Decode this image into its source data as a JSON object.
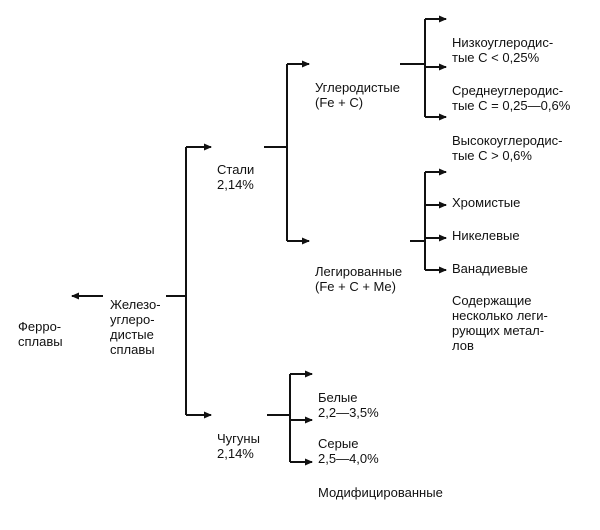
{
  "nodes": {
    "ferro": [
      "Ферро-",
      "сплавы"
    ],
    "iron_carbon": [
      "Железо-",
      "углеро-",
      "дистые",
      "сплавы"
    ],
    "steels": [
      "Стали",
      "2,14%"
    ],
    "cast_irons": [
      "Чугуны",
      "2,14%"
    ],
    "carbon_steels": [
      "Углеродистые",
      "(Fe + C)"
    ],
    "alloy_steels": [
      "Легированные",
      "(Fe + C + Me)"
    ],
    "low_carbon": [
      "Низкоуглеродис-",
      "тые C < 0,25%"
    ],
    "medium_carbon": [
      "Среднеуглеродис-",
      "тые C = 0,25—0,6%"
    ],
    "high_carbon": [
      "Высокоуглеродис-",
      "тые C > 0,6%"
    ],
    "chromium": [
      "Хромистые"
    ],
    "nickel": [
      "Никелевые"
    ],
    "vanadium": [
      "Ванадиевые"
    ],
    "multi_alloy": [
      "Содержащие",
      "несколько леги-",
      "рующих метал-",
      "лов"
    ],
    "white": [
      "Белые",
      "2,2—3,5%"
    ],
    "gray": [
      "Серые",
      "2,5—4,0%"
    ],
    "modified": [
      "Модифицированные"
    ]
  }
}
